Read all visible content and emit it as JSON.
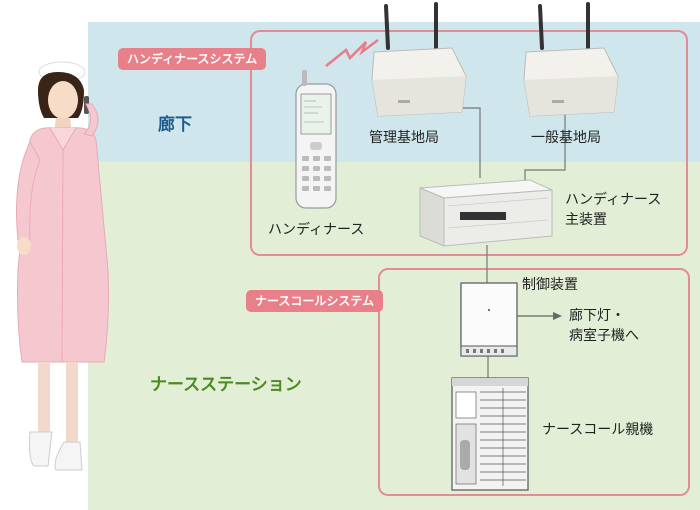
{
  "zones": {
    "corridor": "廊下",
    "nurse_station": "ナースステーション"
  },
  "systems": {
    "handy_nurse": "ハンディナースシステム",
    "nurse_call": "ナースコールシステム"
  },
  "devices": {
    "management_base": "管理基地局",
    "general_base": "一般基地局",
    "handy_nurse_phone": "ハンディナース",
    "handy_nurse_main_line1": "ハンディナース",
    "handy_nurse_main_line2": "主装置",
    "control_unit": "制御装置",
    "output_line1": "廊下灯・",
    "output_line2": "病室子機へ",
    "nurse_call_master": "ナースコール親機"
  },
  "colors": {
    "corridor_bg": "#cfe6ec",
    "station_bg": "#e2efd6",
    "system_border": "#e48c94",
    "badge_bg": "#e97f88",
    "corridor_text": "#1f5e8c",
    "station_text": "#4c8a22"
  }
}
